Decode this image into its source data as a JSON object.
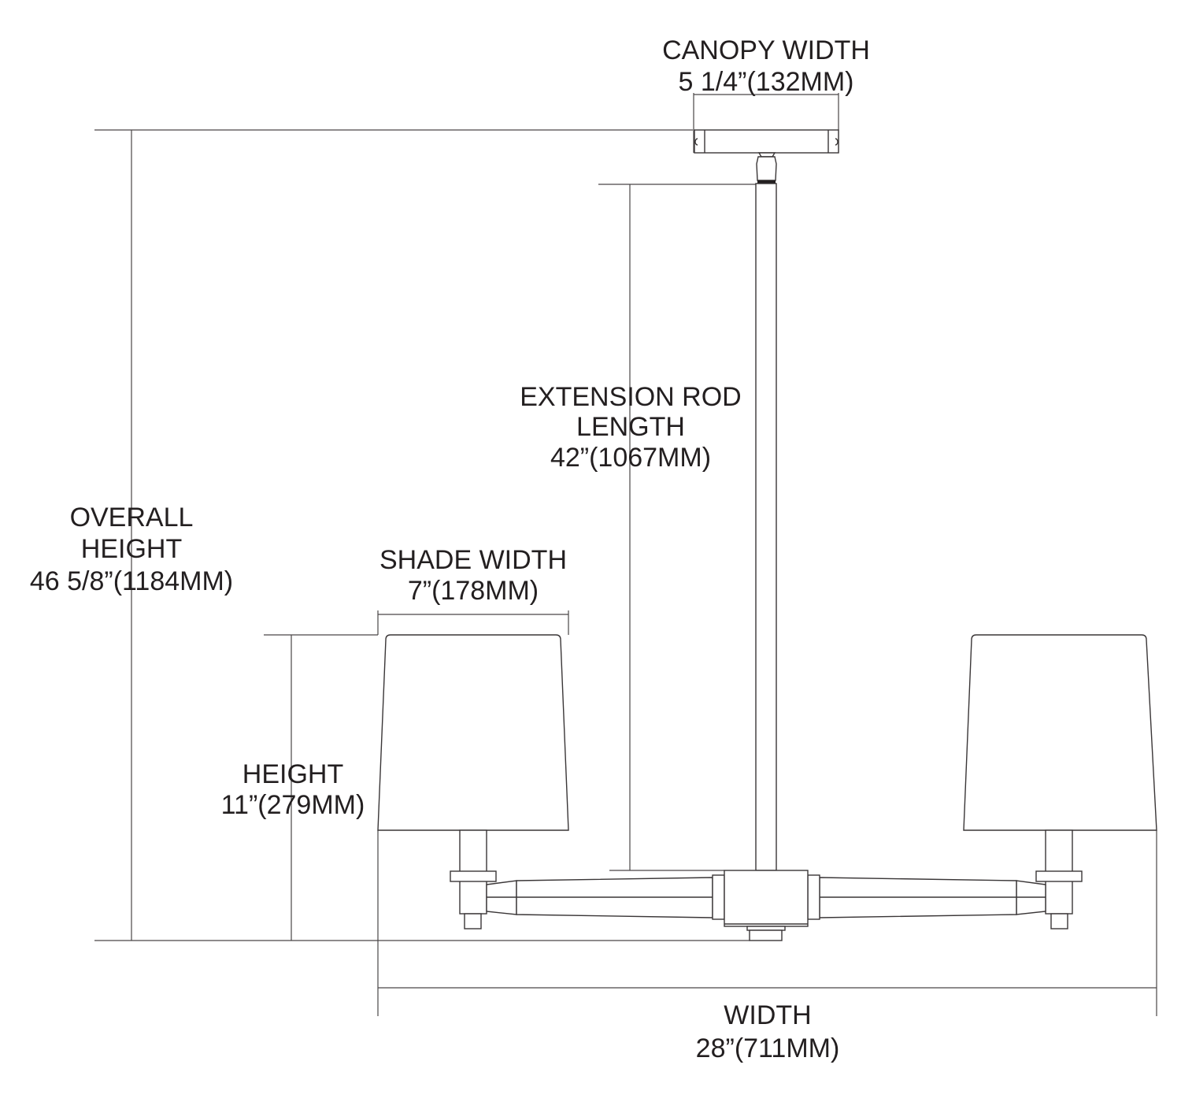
{
  "labels": {
    "canopy_width": {
      "title": "CANOPY WIDTH",
      "value": "5 1/4”(132MM)"
    },
    "extension_rod": {
      "title_line1": "EXTENSION ROD",
      "title_line2": "LENGTH",
      "value": "42”(1067MM)"
    },
    "overall_height": {
      "title_line1": "OVERALL",
      "title_line2": "HEIGHT",
      "value": "46 5/8”(1184MM)"
    },
    "shade_width": {
      "title": "SHADE WIDTH",
      "value": "7”(178MM)"
    },
    "shade_height": {
      "title": "HEIGHT",
      "value": "11”(279MM)"
    },
    "width": {
      "title": "WIDTH",
      "value": "28”(711MM)"
    }
  },
  "colors": {
    "line": "#3a3637",
    "text": "#231f20"
  }
}
